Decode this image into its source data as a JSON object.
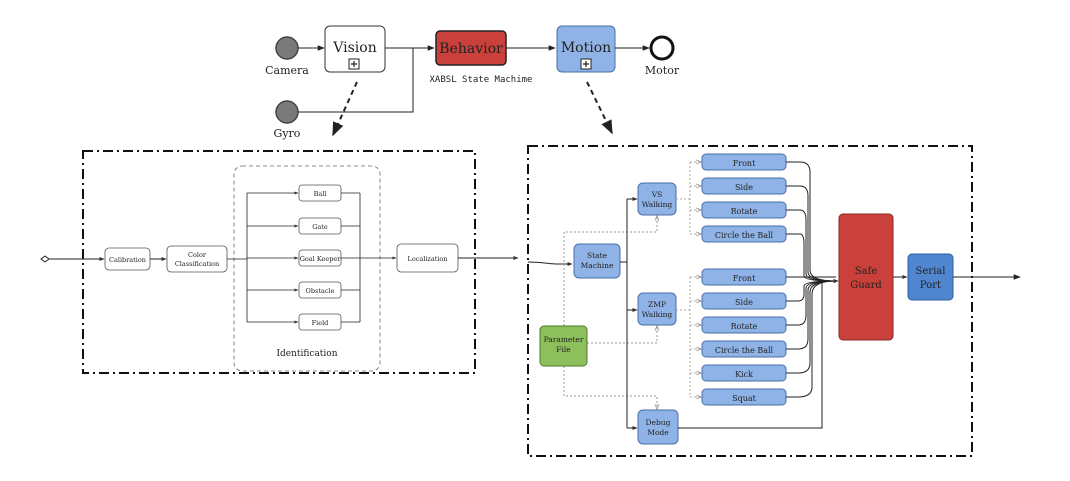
{
  "colors": {
    "behavior": "#c9413a",
    "blue": "#8fb3e6",
    "blue_dark": "#4f86cf",
    "green": "#8dc05a",
    "line": "#222222"
  },
  "top": {
    "camera": "Camera",
    "gyro": "Gyro",
    "vision": "Vision",
    "behavior": "Behavior",
    "behavior_caption": "XABSL State Machime",
    "motion": "Motion",
    "motor": "Motor"
  },
  "vision_detail": {
    "calibration": "Calibration",
    "color_classification": [
      "Color",
      "Classification"
    ],
    "items": [
      "Ball",
      "Gate",
      "Goal Keeper",
      "Obstacle",
      "Field"
    ],
    "group_label": "Identification",
    "localization": "Localization"
  },
  "motion_detail": {
    "state_machine": [
      "State",
      "Machine"
    ],
    "vs_walking": [
      "VS",
      "Walking"
    ],
    "zmp_walking": [
      "ZMP",
      "Walking"
    ],
    "debug_mode": [
      "Debug",
      "Mode"
    ],
    "parameter_file": [
      "Parameter",
      "File"
    ],
    "vs_moves": [
      "Front",
      "Side",
      "Rotate",
      "Circle the Ball"
    ],
    "zmp_moves": [
      "Front",
      "Side",
      "Rotate",
      "Circle the Ball",
      "Kick",
      "Squat"
    ],
    "safe_guard": [
      "Safe",
      "Guard"
    ],
    "serial_port": [
      "Serial",
      "Port"
    ]
  }
}
